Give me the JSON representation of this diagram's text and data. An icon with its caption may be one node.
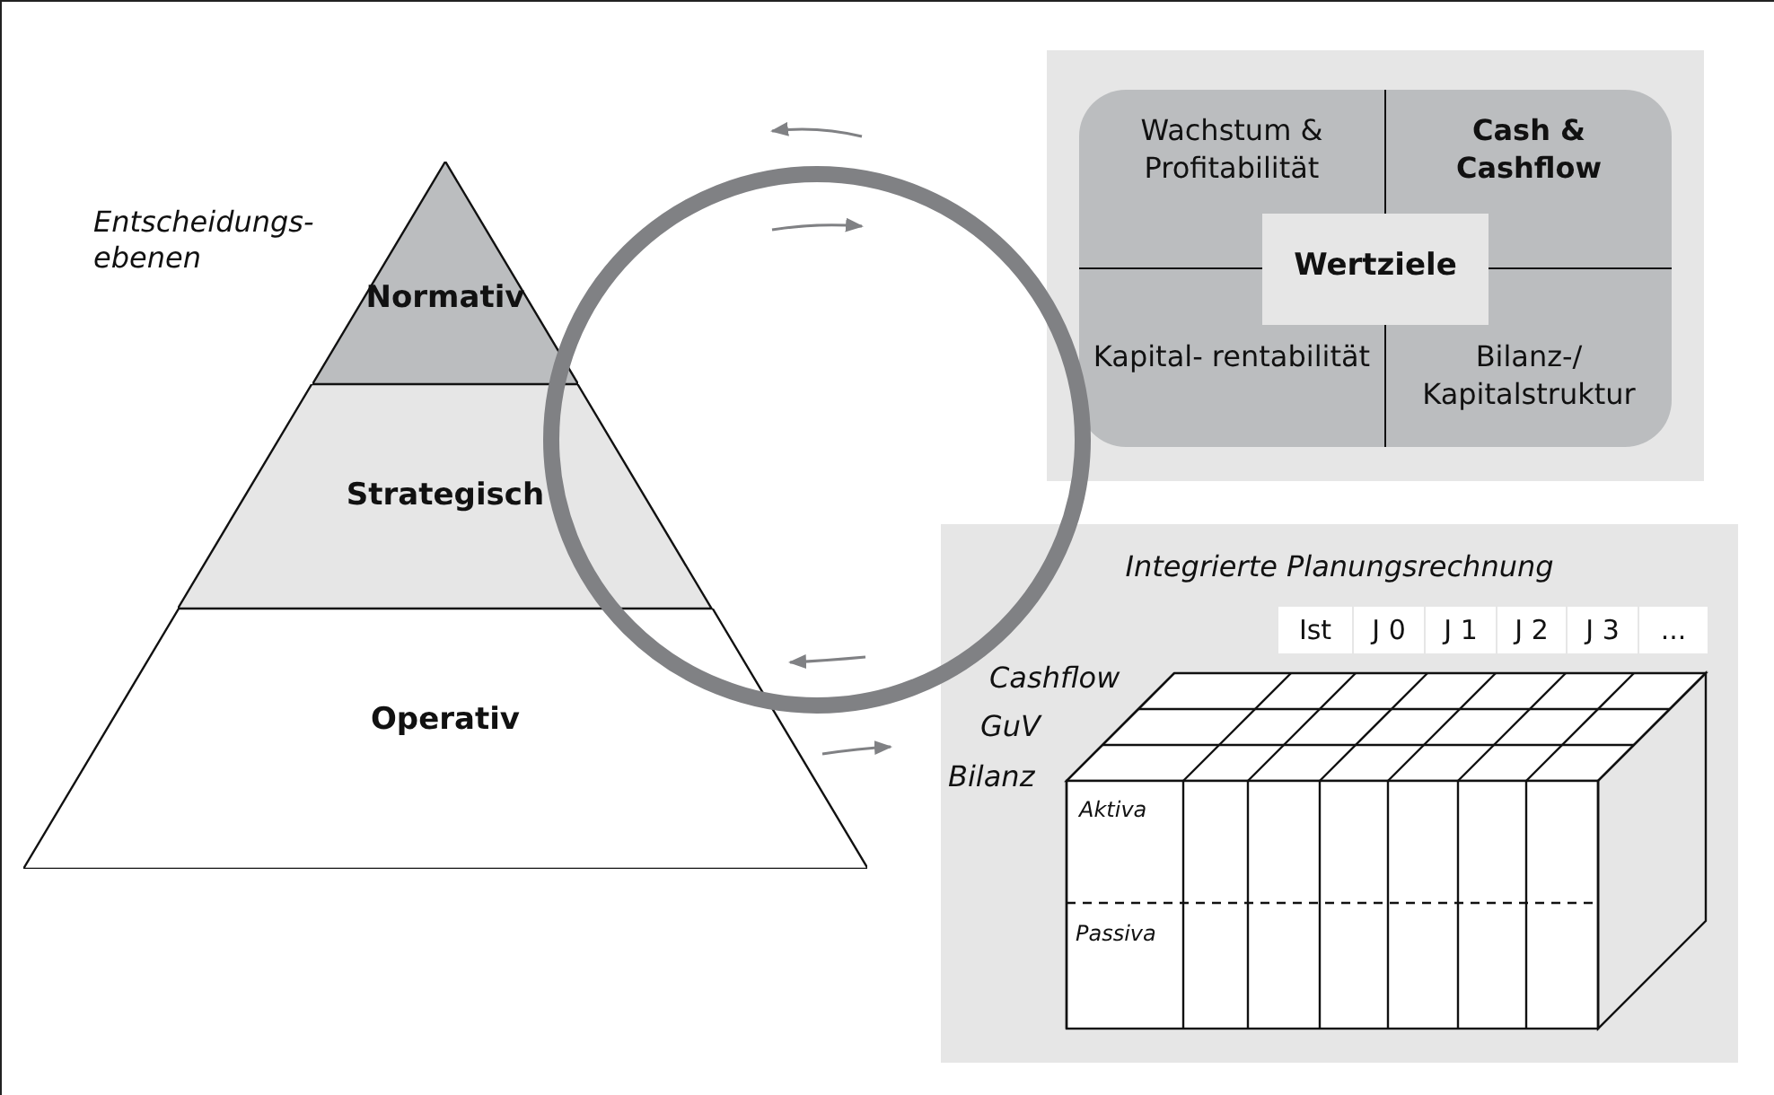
{
  "diagram": {
    "nodes": [
      {
        "text": [
          "Normativ"
        ]
      },
      {
        "text": [
          "Strategisch"
        ]
      },
      {
        "text": [
          "Operativ"
        ]
      },
      {
        "text": [
          "Wachstum & Profitabilität"
        ]
      },
      {
        "text": [
          "Cash & Cashflow"
        ]
      },
      {
        "text": [
          "Kapital- rentabilität"
        ]
      },
      {
        "text": [
          "Bilanz-/ Kapitalstruktur"
        ]
      },
      {
        "text": [
          "Wertziele"
        ]
      },
      {
        "text": [
          "Integrierte Planungsrechnung"
        ]
      }
    ],
    "labels": [
      "Entscheidungs- ebenen",
      "Ist",
      "J 0",
      "J 1",
      "J 2",
      "J 3",
      "...",
      "Cashflow",
      "GuV",
      "Bilanz",
      "Aktiva",
      "Passiva"
    ]
  }
}
